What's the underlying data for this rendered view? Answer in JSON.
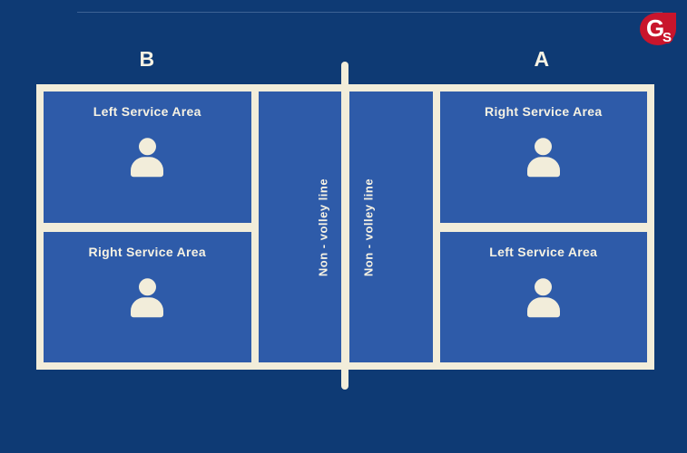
{
  "colors": {
    "background_navy": "#0e3a74",
    "panel_blue": "#2e5ba9",
    "line_cream": "#f2edda",
    "text_cream": "#f6f2e3",
    "logo_red": "#c9152c"
  },
  "logo": {
    "letter_g": "G",
    "letter_s": "S"
  },
  "sides": [
    {
      "label": "B",
      "boxes": [
        {
          "label": "Left Service Area"
        },
        {
          "label": "Right Service Area"
        }
      ]
    },
    {
      "label": "A",
      "boxes": [
        {
          "label": "Right Service Area"
        },
        {
          "label": "Left Service Area"
        }
      ]
    }
  ],
  "non_volley": {
    "left_label": "Non - volley line",
    "right_label": "Non - volley line"
  }
}
